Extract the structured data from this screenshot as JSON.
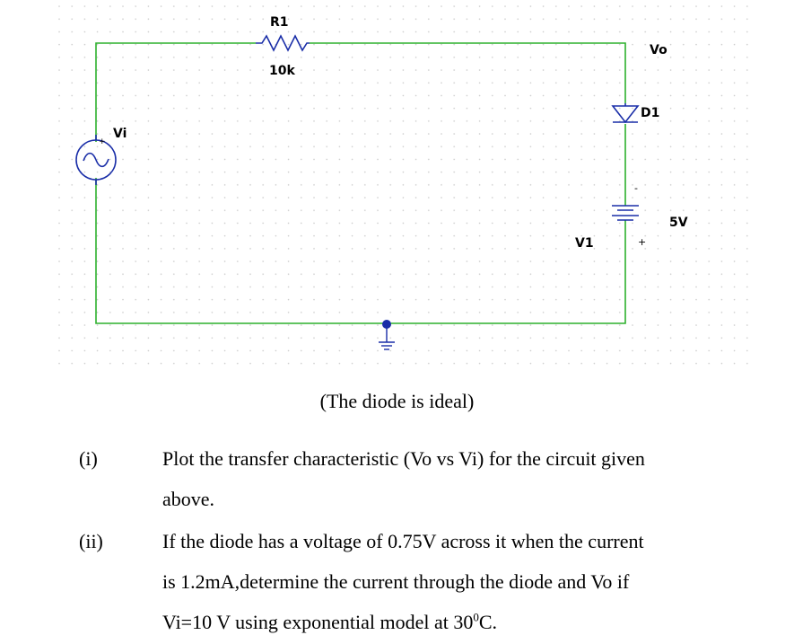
{
  "schematic": {
    "resistor": {
      "ref": "R1",
      "value": "10k"
    },
    "source": {
      "ref": "Vi"
    },
    "output_node": "Vo",
    "diode": {
      "ref": "D1"
    },
    "battery": {
      "ref": "V1",
      "value": "5V",
      "minus": "-",
      "plus": "+"
    },
    "colors": {
      "wire": "#2db02d",
      "component": "#1a2ea8",
      "ground_dot": "#1a2ea8",
      "grid": "#c8c8c8"
    }
  },
  "caption": "(The diode is ideal)",
  "questions": [
    {
      "number": "(i)",
      "line1": "Plot the transfer characteristic (Vo vs Vi) for the circuit given",
      "line2": "above."
    },
    {
      "number": "(ii)",
      "line1": "If the diode has a voltage of 0.75V across it when the current",
      "line2": "is 1.2mA,determine the current through the diode and Vo if",
      "line3_pre": "Vi=10 V using exponential model at 30",
      "line3_sup": "0",
      "line3_post": "C."
    }
  ]
}
